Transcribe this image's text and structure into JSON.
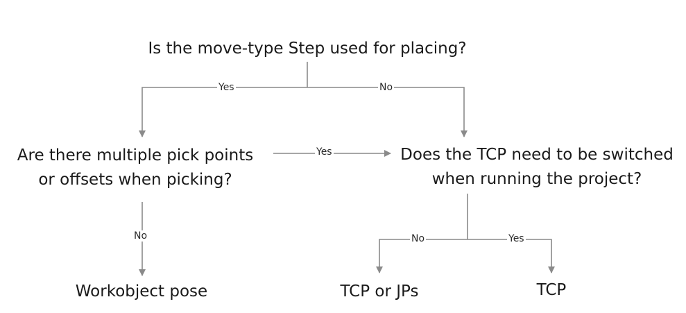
{
  "nodes": {
    "q_step_placing": {
      "text": "Is the move-type Step used for placing?"
    },
    "q_multiple_picks": {
      "line1": "Are there multiple pick points",
      "line2": "or offsets when picking?"
    },
    "q_tcp_switch": {
      "line1": "Does the TCP need to be switched",
      "line2": "when running the project?"
    },
    "r_workobject": {
      "text": "Workobject pose"
    },
    "r_tcp_or_jps": {
      "text": "TCP or JPs"
    },
    "r_tcp": {
      "text": "TCP"
    }
  },
  "edge_labels": {
    "step_yes": "Yes",
    "step_no": "No",
    "multi_yes": "Yes",
    "multi_no": "No",
    "tcp_no": "No",
    "tcp_yes": "Yes"
  },
  "colors": {
    "line": "#8a8a8a",
    "text": "#1a1a1a"
  }
}
